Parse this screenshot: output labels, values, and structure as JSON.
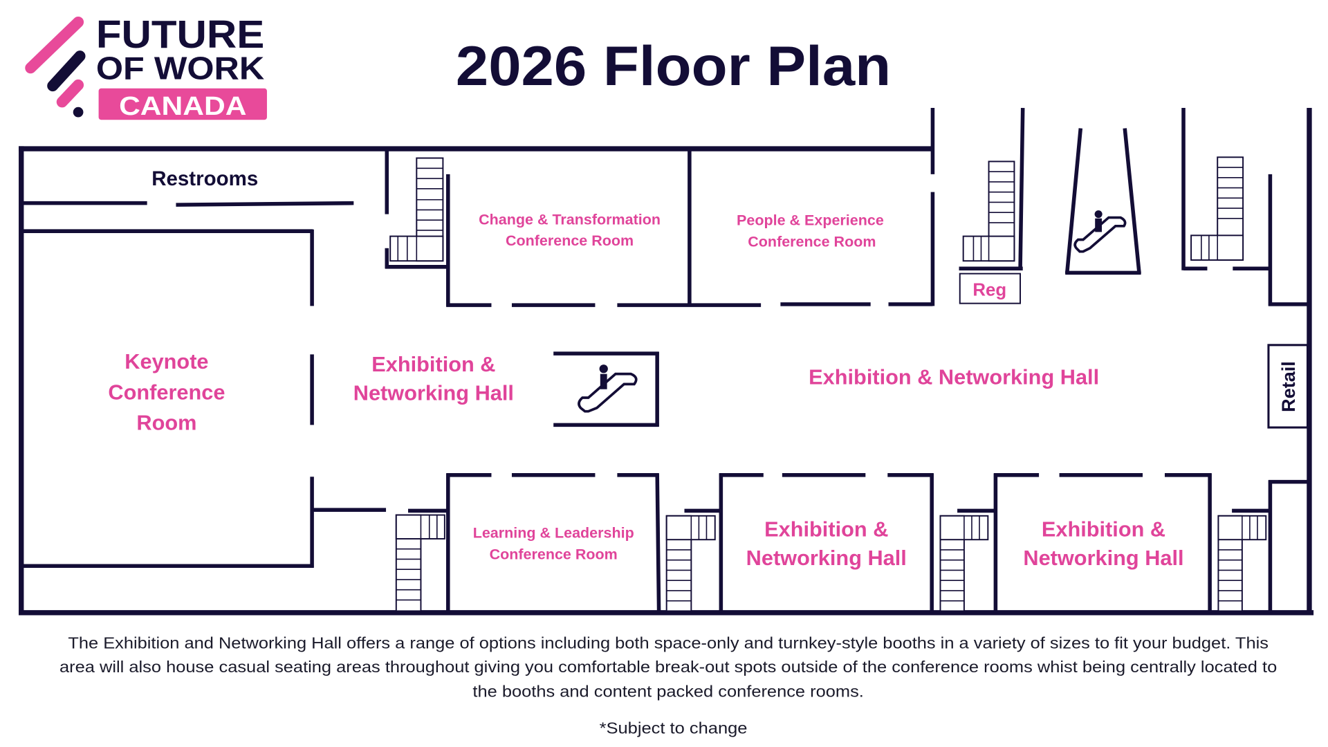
{
  "logo": {
    "line1": "FUTURE",
    "line2": "OF WORK",
    "line3": "CANADA",
    "colors": {
      "pink": "#E84A9A",
      "navy": "#130D36"
    }
  },
  "header": {
    "title": "2026 Floor Plan"
  },
  "rooms": {
    "restrooms": "Restrooms",
    "change_transformation": {
      "line1": "Change & Transformation",
      "line2": "Conference Room"
    },
    "people_experience": {
      "line1": "People & Experience",
      "line2": "Conference Room"
    },
    "keynote": {
      "line1": "Keynote",
      "line2": "Conference",
      "line3": "Room"
    },
    "exhibition_west": {
      "line1": "Exhibition &",
      "line2": "Networking Hall"
    },
    "exhibition_main": "Exhibition & Networking Hall",
    "learning_leadership": {
      "line1": "Learning & Leadership",
      "line2": "Conference Room"
    },
    "exhibition_south_1": {
      "line1": "Exhibition &",
      "line2": "Networking Hall"
    },
    "exhibition_south_2": {
      "line1": "Exhibition &",
      "line2": "Networking Hall"
    },
    "registration": "Reg",
    "retail": "Retail"
  },
  "icons": {
    "escalator_center": "escalator-icon",
    "escalator_north": "escalator-icon",
    "stairs": "stairs-icon"
  },
  "footer": {
    "line1": "The Exhibition and Networking Hall offers a range of options including both space-only and turnkey-style booths in a variety of sizes to fit your budget. This",
    "line2": "area will also house casual seating areas throughout giving you comfortable break-out spots outside of the conference rooms whist being centrally located to",
    "line3": "the booths and content packed conference rooms.",
    "note": "*Subject to change"
  },
  "colors": {
    "accent_pink": "#E0449A",
    "wall_navy": "#130D36",
    "background": "#FFFFFF"
  }
}
